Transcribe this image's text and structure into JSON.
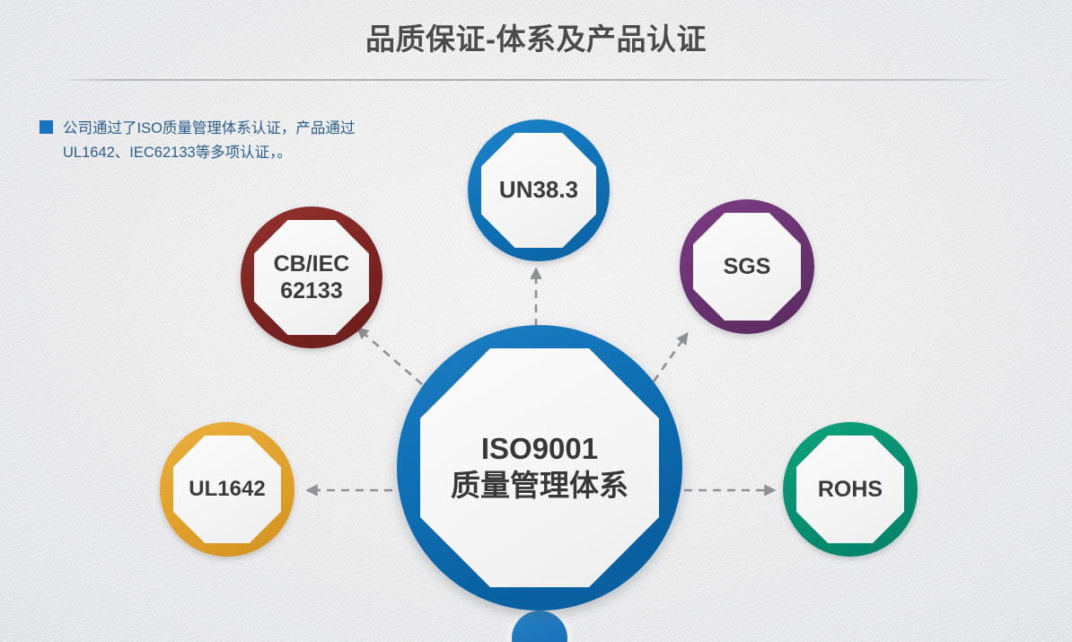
{
  "slide": {
    "title": "品质保证-体系及产品认证",
    "background_color": "#ececed",
    "title_color": "#4b4b4b"
  },
  "bullet": {
    "marker_color": "#1a72c0",
    "text": "公司通过了ISO质量管理体系认证，产品通过\nUL1642、IEC62133等多项认证，。",
    "text_color": "#2a5e8e"
  },
  "diagram": {
    "center": {
      "label": "ISO9001\n质量管理体系",
      "color": "#0f6fb4",
      "shape": "octagon"
    },
    "nodes": [
      {
        "id": "un383",
        "label": "UN38.3",
        "color": "#0f73b8",
        "shape": "octagon"
      },
      {
        "id": "cbiec",
        "label": "CB/IEC\n62133",
        "color": "#7e2522",
        "shape": "octagon"
      },
      {
        "id": "sgs",
        "label": "SGS",
        "color": "#6b3372",
        "shape": "octagon"
      },
      {
        "id": "ul1642",
        "label": "UL1642",
        "color": "#e2a22c",
        "shape": "octagon"
      },
      {
        "id": "rohs",
        "label": "ROHS",
        "color": "#069070",
        "shape": "octagon"
      }
    ],
    "connector_color": "#8f9194",
    "connector_style": "dashed-arrow"
  }
}
